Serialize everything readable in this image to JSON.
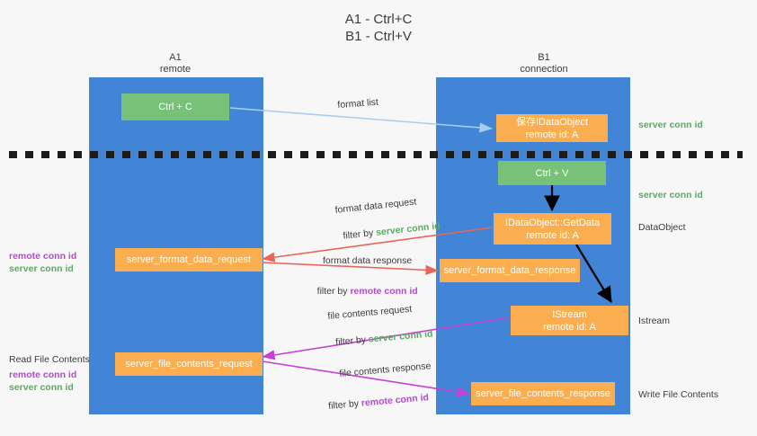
{
  "title": {
    "line1": "A1 - Ctrl+C",
    "line2": "B1 - Ctrl+V"
  },
  "columns": [
    {
      "name": "A1",
      "sub": "remote"
    },
    {
      "name": "B1",
      "sub": "connection"
    }
  ],
  "boxes": {
    "ctrl_c": "Ctrl + C",
    "ctrl_v": "Ctrl + V",
    "save_dataobject_l1": "保存IDataObject",
    "save_dataobject_l2": "remote id: A",
    "getdata_l1": "IDataObject::GetData",
    "getdata_l2": "remote id: A",
    "istream_l1": "IStream",
    "istream_l2": "remote id: A",
    "server_format_data_request": "server_format_data_request",
    "server_format_data_response": "server_format_data_response",
    "server_file_contents_request": "server_file_contents_request",
    "server_file_contents_response": "server_file_contents_response"
  },
  "flow_labels": {
    "format_list": "format list",
    "format_data_request": "format data request",
    "format_data_request_filter_pre": "filter by ",
    "format_data_request_filter_key": "server conn id",
    "format_data_response": "format data response",
    "format_data_response_filter_pre": "filter by ",
    "format_data_response_filter_key": "remote conn id",
    "file_contents_request": "file contents request",
    "file_contents_request_filter_pre": "filter by ",
    "file_contents_request_filter_key": "server conn id",
    "file_contents_response": "file contents response",
    "file_contents_response_filter_pre": "filter by ",
    "file_contents_response_filter_key": "remote conn id"
  },
  "right_labels": {
    "server_conn_id_top": "server conn id",
    "server_conn_id_mid": "server conn id",
    "dataobject": "DataObject",
    "istream": "Istream",
    "write_file_contents": "Write File Contents"
  },
  "left_labels": {
    "remote_conn_id_1": "remote conn id",
    "server_conn_id_1": "server conn id",
    "read_file_contents": "Read File Contents",
    "remote_conn_id_2": "remote conn id",
    "server_conn_id_2": "server conn id"
  },
  "colors": {
    "lane": "#4285d6",
    "green_box": "#77c178",
    "orange_box": "#fbae4f",
    "server_conn_id": "#5aab62",
    "remote_conn_id": "#b44ad0",
    "arrow_format_list": "#a8cdec",
    "arrow_format_data": "#e8655a",
    "arrow_file_contents": "#c73fd6",
    "arrow_internal": "#000000",
    "background": "#f7f7f7",
    "text": "#3c3c3c"
  }
}
